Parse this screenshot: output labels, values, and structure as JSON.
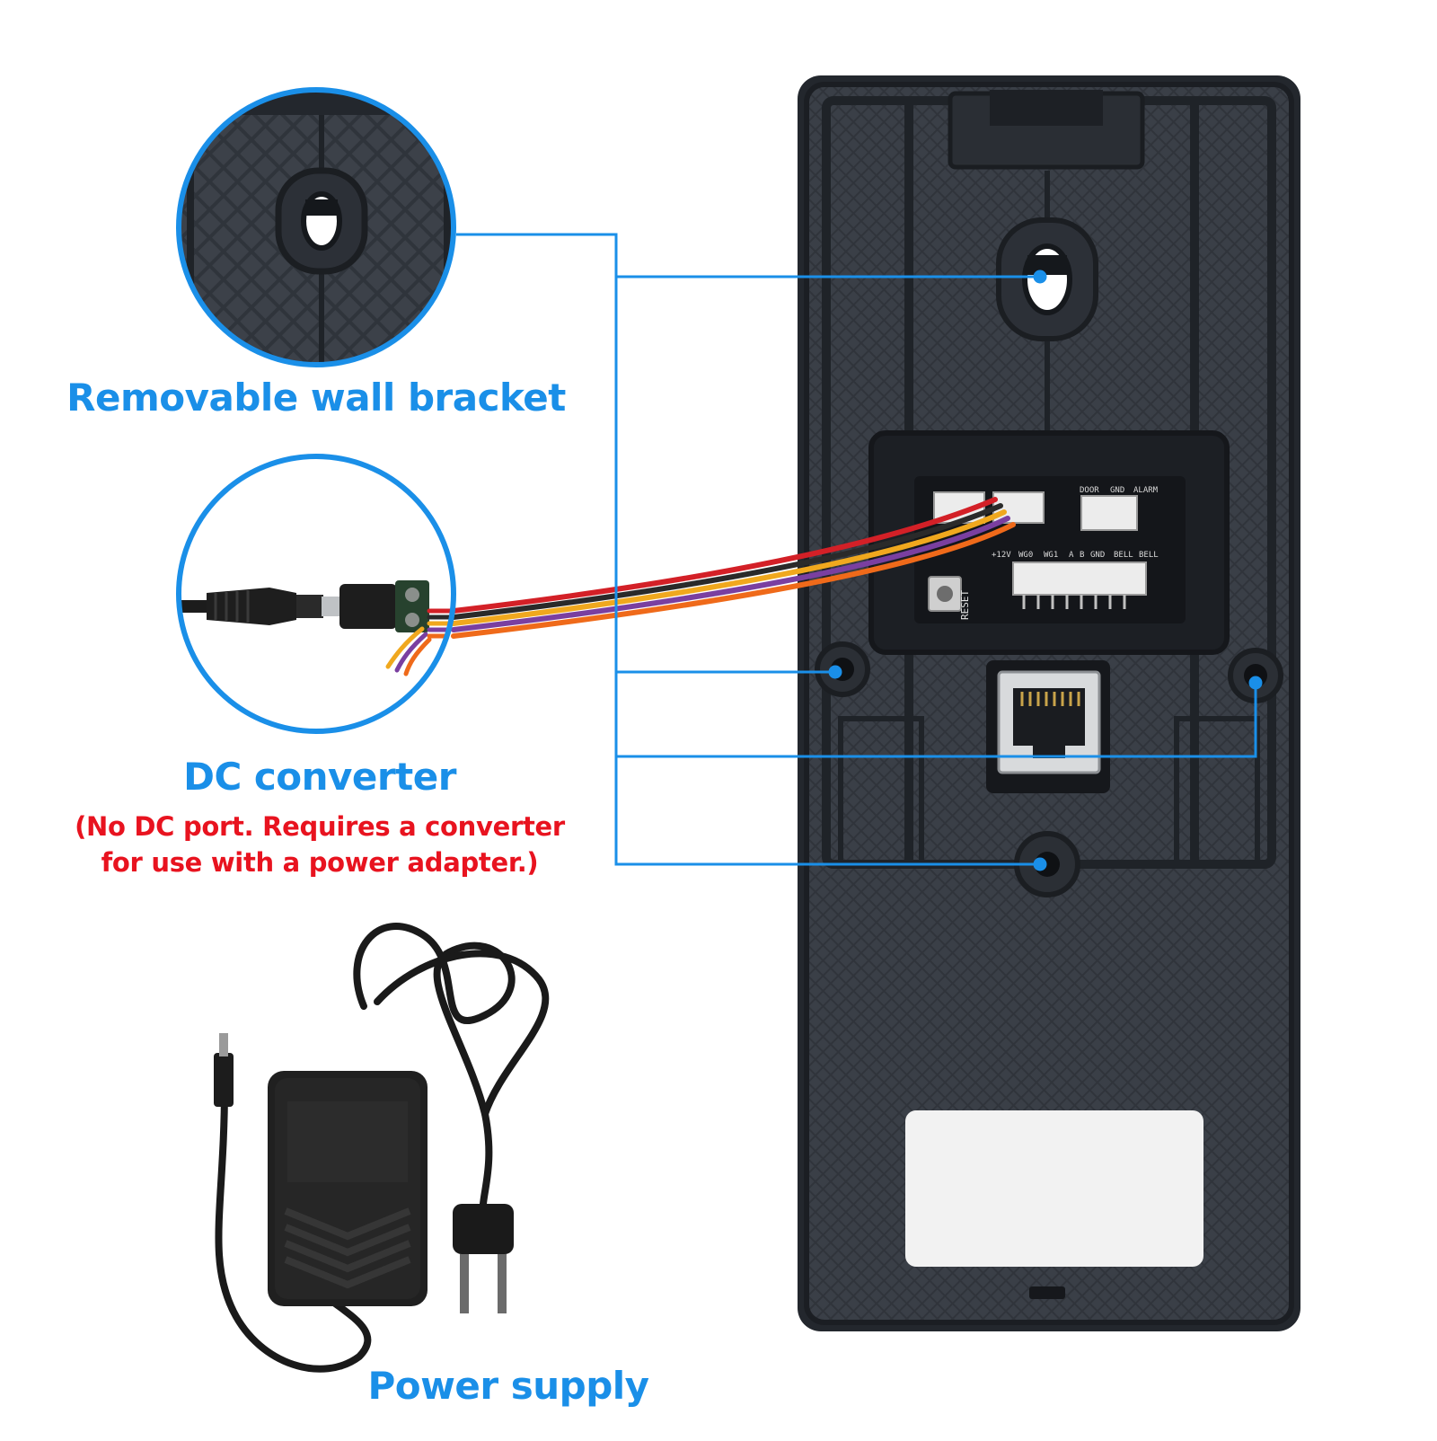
{
  "callouts": {
    "wall_bracket": {
      "title": "Removable wall bracket"
    },
    "dc_converter": {
      "title": "DC converter",
      "note_line1": "(No DC port. Requires a converter",
      "note_line2": "for use with a power adapter.)"
    },
    "power_supply": {
      "title": "Power supply"
    }
  },
  "board": {
    "button_label": "RESET",
    "connector_labels_top": [
      "DOOR",
      "GND",
      "ALARM"
    ],
    "connector_labels_bottom": [
      "+12V",
      "WG0",
      "WG1",
      "A",
      "B",
      "GND",
      "BELL",
      "BELL"
    ]
  },
  "icons": {
    "mount_holes": "screw-hole-icon",
    "network_port": "rj45-port-icon"
  },
  "colors": {
    "accent": "#1a8fe8",
    "warning": "#e8131f",
    "device_body": "#2b2f36",
    "wires": [
      "#d32027",
      "#2a2a2a",
      "#f0a81e",
      "#7a3fa0",
      "#ef6a1a"
    ]
  }
}
